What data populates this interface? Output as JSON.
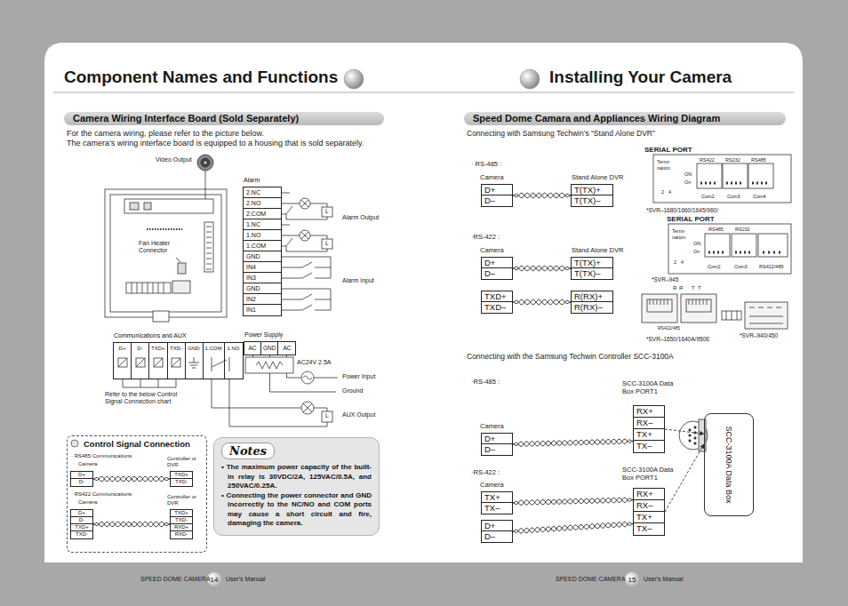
{
  "diagram": {
    "nodes": [
      {
        "text": [
          "Camera Wiring Interface Board (Sold Separately)"
        ]
      },
      {
        "text": [
          "Alarm",
          "2.NC",
          "2.NO",
          "2.COM",
          "1.NC",
          "1.NO",
          "1.COM",
          "GND",
          "IN4",
          "IN3",
          "GND",
          "IN2",
          "IN1"
        ]
      },
      {
        "text": [
          "Communications and AUX",
          "D+",
          "D-",
          "TXD+",
          "TXD-",
          "GND",
          "1.COM",
          "1.NO"
        ]
      },
      {
        "text": [
          "Power Supply",
          "AC",
          "GND",
          "AC"
        ]
      },
      {
        "text": [
          "Control Signal Connection"
        ]
      },
      {
        "text": [
          "D+",
          "D-"
        ],
        "in": 4
      },
      {
        "text": [
          "TXD+",
          "TXD-"
        ],
        "in": 4
      },
      {
        "text": [
          "D+",
          "D-",
          "TXD+",
          "TXD-"
        ],
        "in": 4
      },
      {
        "text": [
          "TXD+",
          "TXD-",
          "RXD+",
          "RXD-"
        ],
        "in": 4
      },
      {
        "text": [
          "Notes",
          "• The maximum power capacity of the built-in relay is 30VDC/2A, 125VAC/0.5A, and 250VAC/0.25A.",
          "• Connecting the power connector and GND incorrectly to the NC/NO and COM ports may cause a short circuit and fire, damaging the camera."
        ]
      },
      {
        "text": [
          "Speed Dome Camara and Appliances Wiring Diagram"
        ]
      },
      {
        "text": [
          "D+",
          "D–"
        ]
      },
      {
        "text": [
          "T(TX)+",
          "T(TX)–"
        ]
      },
      {
        "text": [
          "D+",
          "D–"
        ]
      },
      {
        "text": [
          "T(TX)+",
          "T(TX)–"
        ]
      },
      {
        "text": [
          "TXD+",
          "TXD–"
        ]
      },
      {
        "text": [
          "R(RX)+",
          "R(RX)–"
        ]
      },
      {
        "text": [
          "D+",
          "D–"
        ]
      },
      {
        "text": [
          "RX+",
          "RX–",
          "TX+",
          "TX–"
        ]
      },
      {
        "text": [
          "TX+",
          "TX–"
        ]
      },
      {
        "text": [
          "D+",
          "D–"
        ]
      },
      {
        "text": [
          "RX+",
          "RX–",
          "TX+",
          "TX–"
        ]
      },
      {
        "text": [
          "SCC-3100A Data Box"
        ]
      },
      {
        "text": [
          "14"
        ]
      },
      {
        "text": [
          "15"
        ]
      }
    ],
    "edges": [
      {
        "from": 5,
        "to": 6,
        "arrow": "none"
      },
      {
        "from": 7,
        "to": 8,
        "arrow": "none"
      },
      {
        "from": 11,
        "to": 12,
        "arrow": "none"
      },
      {
        "from": 13,
        "to": 14,
        "arrow": "none"
      },
      {
        "from": 15,
        "to": 16,
        "arrow": "none"
      },
      {
        "from": 17,
        "to": 18,
        "arrow": "none"
      },
      {
        "from": 19,
        "to": 21,
        "arrow": "none"
      },
      {
        "from": 20,
        "to": 21,
        "arrow": "none"
      },
      {
        "from": 18,
        "to": 22,
        "arrow": "to"
      },
      {
        "from": 21,
        "to": 22,
        "arrow": "to"
      }
    ],
    "labels": [
      "Component Names and Functions",
      "For the camera wiring, please refer to the picture below.",
      "The camera’s wiring interface board is equipped to a housing that is sold separately.",
      "Video Output",
      "Fan Heater Connector",
      "Alarm Output",
      "Alarm Input",
      "L",
      "L",
      "AC24V 2.5A",
      "Power Input",
      "Ground",
      "AUX Output",
      "L",
      "Refer to the below Control Signal Connection chart",
      "· RS485 Communications",
      "Camera",
      "Controller or DVR",
      "· RS422 Communications",
      "Camera",
      "Controller or DVR",
      "SPEED DOME CAMERA",
      "User's Manual",
      "Installing Your Camera",
      "Connecting with Samsung Techwin’s “Stand Alone DVR”",
      "· RS-485 :",
      "Camera",
      "Stand Alone DVR",
      "SERIAL PORT",
      "Termi- nation",
      "RS422",
      "RS232",
      "RS485",
      "ON",
      "On",
      "2",
      "4",
      "Com2",
      "Com3",
      "Com4",
      "*SVR–1680/1660/1645/960/",
      "·RS-422 :",
      "Camera",
      "Stand Alone DVR",
      "SERIAL PORT",
      "Termi- nation",
      "RS485",
      "RS232",
      "ON",
      "On",
      "2",
      "4",
      "Com2",
      "Com3",
      "RS422/485",
      "*SVR–945",
      "R",
      "R",
      "T",
      "T",
      "RS422/485",
      "*SVR–1650/1640A/950E",
      "*SVR–940/450",
      "Connecting with the Samsung Techwin Controller SCC-3100A",
      "·RS-485 :",
      "SCC-3100A Data Box PORT1",
      "Camera",
      "·RS-422 :",
      "SCC-3100A Data Box PORT1",
      "Camera",
      "SPEED DOME CAMERA",
      "User's Manual"
    ]
  }
}
